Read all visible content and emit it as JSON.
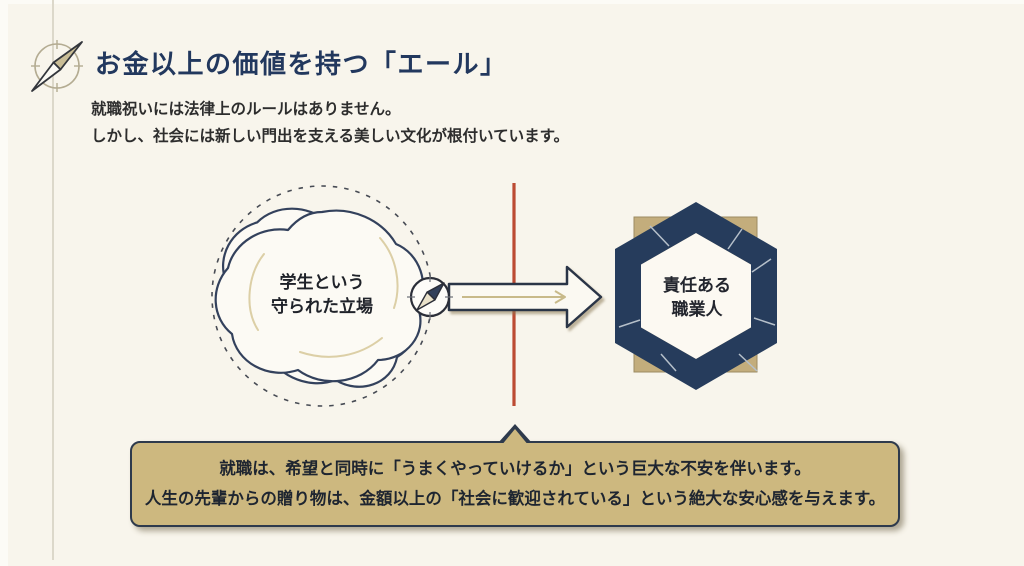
{
  "header": {
    "title": "お金以上の価値を持つ「エール」",
    "subtitle_line1": "就職祝いには法律上のルールはありません。",
    "subtitle_line2": "しかし、社会には新しい門出を支える美しい文化が根付いています。",
    "icon": "compass-icon"
  },
  "diagram": {
    "left_node": {
      "shape": "organic-blob-in-dashed-circle",
      "label_line1": "学生という",
      "label_line2": "守られた立場"
    },
    "right_node": {
      "shape": "navy-hexagon-ring-on-tan-square",
      "label_line1": "責任ある",
      "label_line2": "職業人"
    },
    "arrow_icon": "compass-icon",
    "divider": "red-vertical-line"
  },
  "callout": {
    "line1": "就職は、希望と同時に「うまくやっていけるか」という巨大な不安を伴います。",
    "line2": "人生の先輩からの贈り物は、金額以上の「社会に歓迎されている」という絶大な安心感を与えます。"
  },
  "colors": {
    "background": "#f8f5ec",
    "title_navy": "#22385e",
    "hexagon_navy": "#263c5c",
    "tan_square": "#c3ad7c",
    "callout_fill": "#cdb87f",
    "red_accent": "#bc4b33",
    "needle_tan": "#c9bd96"
  }
}
